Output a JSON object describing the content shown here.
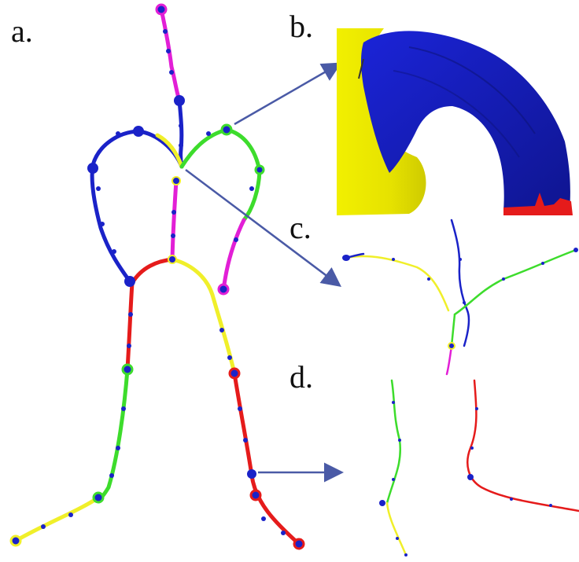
{
  "figure": {
    "panels": [
      {
        "id": "a",
        "label": "a."
      },
      {
        "id": "b",
        "label": "b."
      },
      {
        "id": "c",
        "label": "c."
      },
      {
        "id": "d",
        "label": "d."
      }
    ],
    "colors": {
      "blue": "#1a22c8",
      "magenta": "#e21fd6",
      "yellow": "#f0ef2a",
      "green": "#3ddc2c",
      "red": "#e51b1b",
      "arrow": "#4a5aa6"
    },
    "annotations": {
      "arrows": [
        "a-to-b",
        "a-to-c",
        "a-to-d"
      ]
    }
  }
}
